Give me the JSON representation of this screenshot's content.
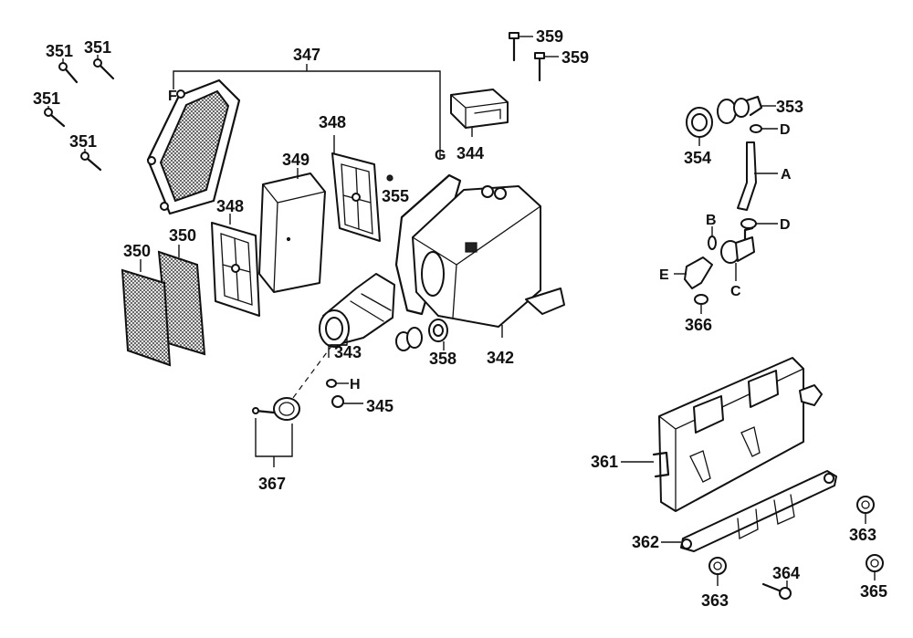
{
  "callouts": {
    "c351a": "351",
    "c351b": "351",
    "c351c": "351",
    "c351d": "351",
    "c347": "347",
    "c359a": "359",
    "c359b": "359",
    "c353": "353",
    "c348a": "348",
    "c348b": "348",
    "c349": "349",
    "c355": "355",
    "c344": "344",
    "c354": "354",
    "c350a": "350",
    "c350b": "350",
    "c343": "343",
    "c358": "358",
    "c342": "342",
    "c345": "345",
    "c367": "367",
    "c366": "366",
    "c361": "361",
    "c362": "362",
    "c363a": "363",
    "c363b": "363",
    "c364": "364",
    "c365": "365"
  },
  "letters": {
    "F": "F",
    "G": "G",
    "H": "H",
    "A": "A",
    "B": "B",
    "C": "C",
    "D1": "D",
    "D2": "D",
    "E": "E"
  }
}
